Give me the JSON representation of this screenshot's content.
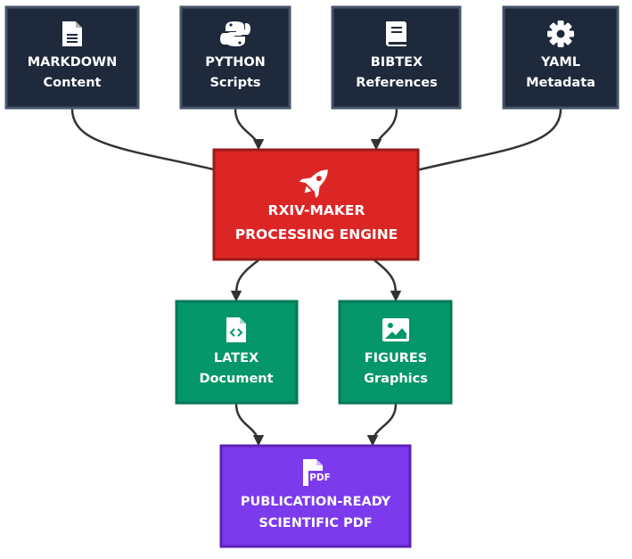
{
  "colors": {
    "input": "#1e293b",
    "input_border": "#475569",
    "engine": "#dc2626",
    "engine_border": "#991b1b",
    "intermediate": "#059669",
    "intermediate_border": "#047857",
    "output": "#7c3aed",
    "output_border": "#5b21b6",
    "edge": "#333333",
    "text": "#ffffff"
  },
  "nodes": {
    "markdown": {
      "icon": "file-text-icon",
      "line1": "MARKDOWN",
      "line2": "Content"
    },
    "python": {
      "icon": "python-icon",
      "line1": "PYTHON",
      "line2": "Scripts"
    },
    "bibtex": {
      "icon": "book-icon",
      "line1": "BIBTEX",
      "line2": "References"
    },
    "yaml": {
      "icon": "gear-icon",
      "line1": "YAML",
      "line2": "Metadata"
    },
    "engine": {
      "icon": "rocket-icon",
      "line1": "RXIV-MAKER",
      "line2": "PROCESSING ENGINE"
    },
    "latex": {
      "icon": "file-code-icon",
      "line1": "LATEX",
      "line2": "Document"
    },
    "figures": {
      "icon": "image-icon",
      "line1": "FIGURES",
      "line2": "Graphics"
    },
    "pdf": {
      "icon": "file-pdf-icon",
      "icon_text": "PDF",
      "line1": "PUBLICATION-READY",
      "line2": "SCIENTIFIC PDF"
    }
  },
  "edges": [
    {
      "from": "markdown",
      "to": "engine"
    },
    {
      "from": "python",
      "to": "engine"
    },
    {
      "from": "bibtex",
      "to": "engine"
    },
    {
      "from": "yaml",
      "to": "engine"
    },
    {
      "from": "engine",
      "to": "latex"
    },
    {
      "from": "engine",
      "to": "figures"
    },
    {
      "from": "latex",
      "to": "pdf"
    },
    {
      "from": "figures",
      "to": "pdf"
    }
  ]
}
